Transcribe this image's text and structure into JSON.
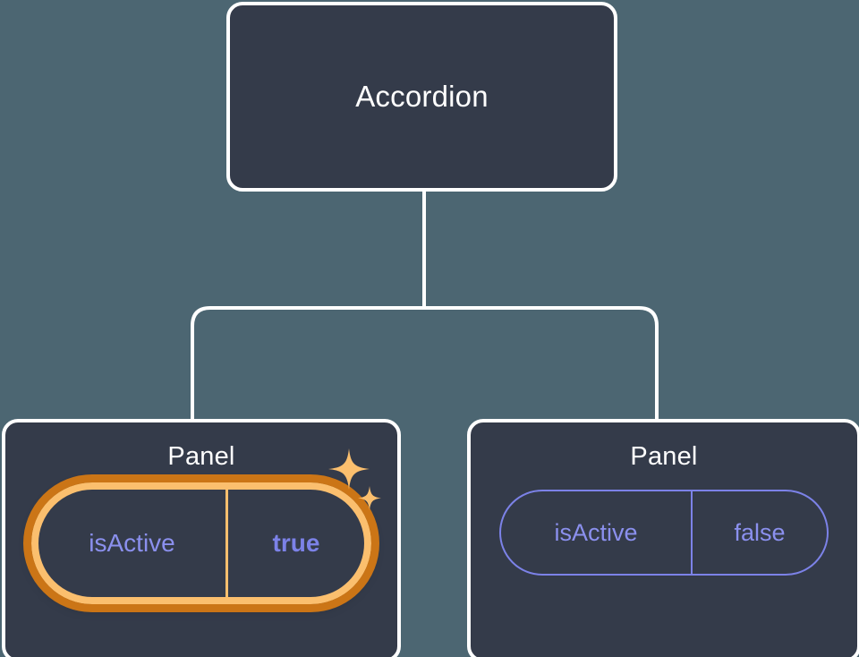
{
  "theme": {
    "canvas_background": "#4c6672",
    "node_fill": "#343b4a",
    "node_border": "#ffffff",
    "connector": "#ffffff",
    "prop_text": "#8b90ee",
    "prop_border": "#7c82e8",
    "highlight_inner": "#fbbf6e",
    "highlight_outer": "#cb7516",
    "sparkle": "#fbbf6e"
  },
  "tree": {
    "root": {
      "title": "Accordion"
    },
    "children": [
      {
        "title": "Panel",
        "highlighted": true,
        "prop": {
          "key": "isActive",
          "value": "true"
        }
      },
      {
        "title": "Panel",
        "highlighted": false,
        "prop": {
          "key": "isActive",
          "value": "false"
        }
      }
    ]
  },
  "icons": {
    "sparkle_large": "sparkle-icon",
    "sparkle_small": "sparkle-small-icon"
  }
}
